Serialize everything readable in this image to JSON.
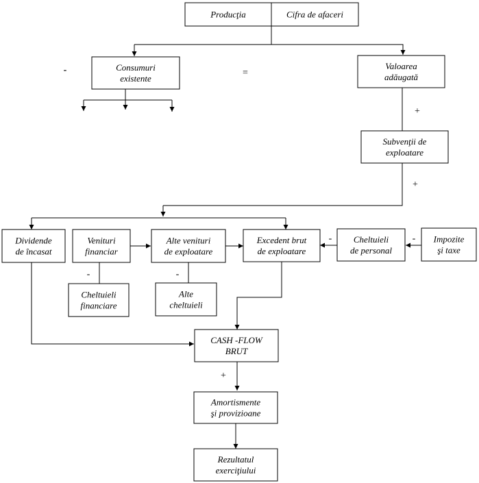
{
  "boxes": {
    "productia": [
      "Producţia"
    ],
    "cifra": [
      "Cifra de afaceri"
    ],
    "consumuri": [
      "Consumuri",
      "existente"
    ],
    "valoarea": [
      "Valoarea",
      "adăugată"
    ],
    "subventii": [
      "Subvenţii de",
      "exploatare"
    ],
    "dividende": [
      "Dividende",
      "de încasat"
    ],
    "venituri_fin": [
      "Venituri",
      "financiar"
    ],
    "alte_venituri": [
      "Alte venituri",
      "de exploatare"
    ],
    "excedent": [
      "Excedent brut",
      "de exploatare"
    ],
    "ch_personal": [
      "Cheltuieli",
      "de personal"
    ],
    "impozite": [
      "Impozite",
      "şi taxe"
    ],
    "ch_financiare": [
      "Cheltuieli",
      "financiare"
    ],
    "alte_ch": [
      "Alte",
      "cheltuieli"
    ],
    "cashflow": [
      "CASH -FLOW",
      "BRUT"
    ],
    "amortismente": [
      "Amortismente",
      "şi provizioane"
    ],
    "rezultatul": [
      "Rezultatul",
      "exerciţiului"
    ]
  },
  "signs": {
    "minus_left": "-",
    "equals": "=",
    "plus_valoarea": "+",
    "plus_subventii": "+",
    "minus_chpers": "-",
    "minus_impozite": "-",
    "minus_chfin": "-",
    "minus_altech": "-",
    "plus_cashflow": "+"
  }
}
